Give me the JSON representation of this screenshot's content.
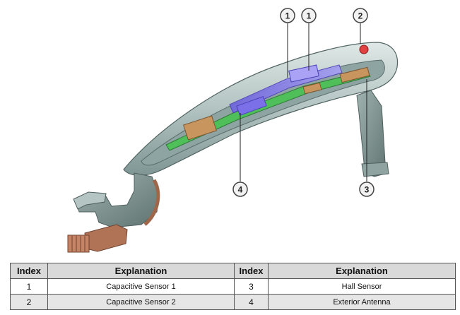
{
  "callouts": [
    {
      "label": "1"
    },
    {
      "label": "1"
    },
    {
      "label": "2"
    },
    {
      "label": "3"
    },
    {
      "label": "4"
    }
  ],
  "colors": {
    "handle_body": "#b8c8c6",
    "sensor": "#8f86ee",
    "circuit_board": "#4fbf5a",
    "component": "#c8955f",
    "marker_red": "#e04040",
    "table_header": "#d9d9d9"
  },
  "legend": {
    "headers": [
      "Index",
      "Explanation",
      "Index",
      "Explanation"
    ],
    "rows": [
      {
        "index_a": "1",
        "explanation_a": "Capacitive Sensor 1",
        "index_b": "3",
        "explanation_b": "Hall Sensor"
      },
      {
        "index_a": "2",
        "explanation_a": "Capacitive Sensor 2",
        "index_b": "4",
        "explanation_b": "Exterior Antenna"
      }
    ]
  }
}
